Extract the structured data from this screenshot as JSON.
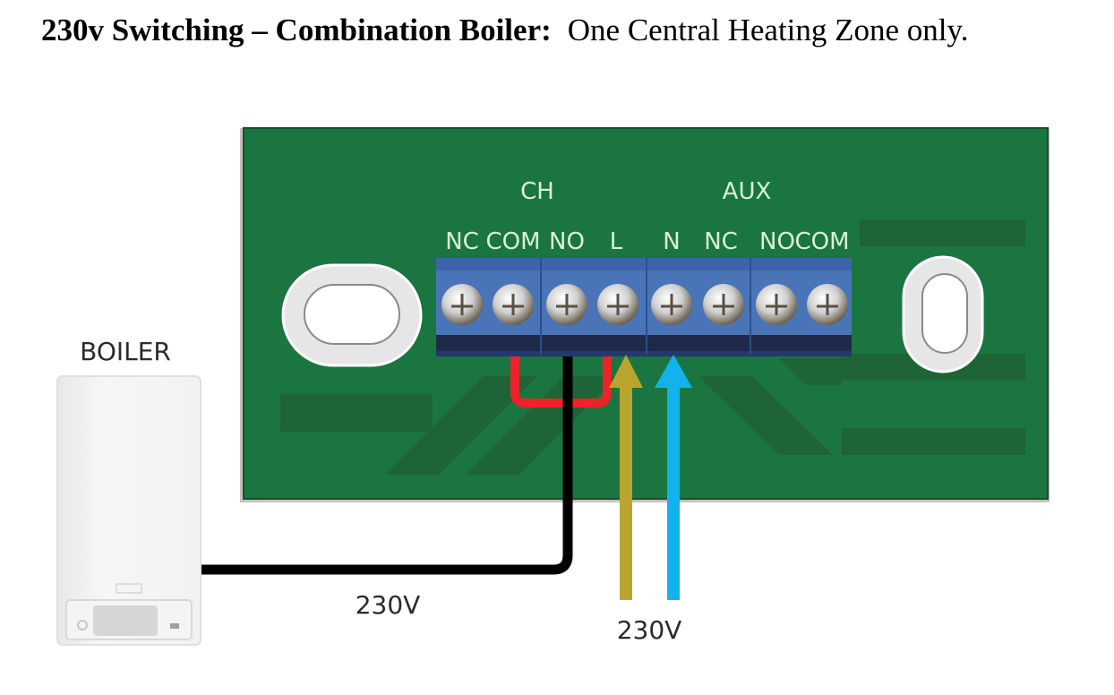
{
  "title": {
    "bold": "230v Switching – Combination Boiler:",
    "regular": "One Central Heating Zone only."
  },
  "board": {
    "group_labels": [
      "CH",
      "AUX"
    ],
    "terminals": [
      "NC",
      "COM",
      "NO",
      "L",
      "N",
      "NC",
      "NO",
      "COM"
    ]
  },
  "boiler": {
    "label": "BOILER"
  },
  "wires": {
    "boiler_supply_label": "230V",
    "mains_supply_label": "230V",
    "colors": {
      "link": "#ee2229",
      "switched_live": "#000000",
      "live": "#b9a52e",
      "neutral": "#12b3ec"
    }
  },
  "colors": {
    "pcb": "#1b7540",
    "pcb_trace": "#1e6436",
    "terminal_block": "#4a74b8",
    "terminal_base": "#1f2a4a"
  }
}
